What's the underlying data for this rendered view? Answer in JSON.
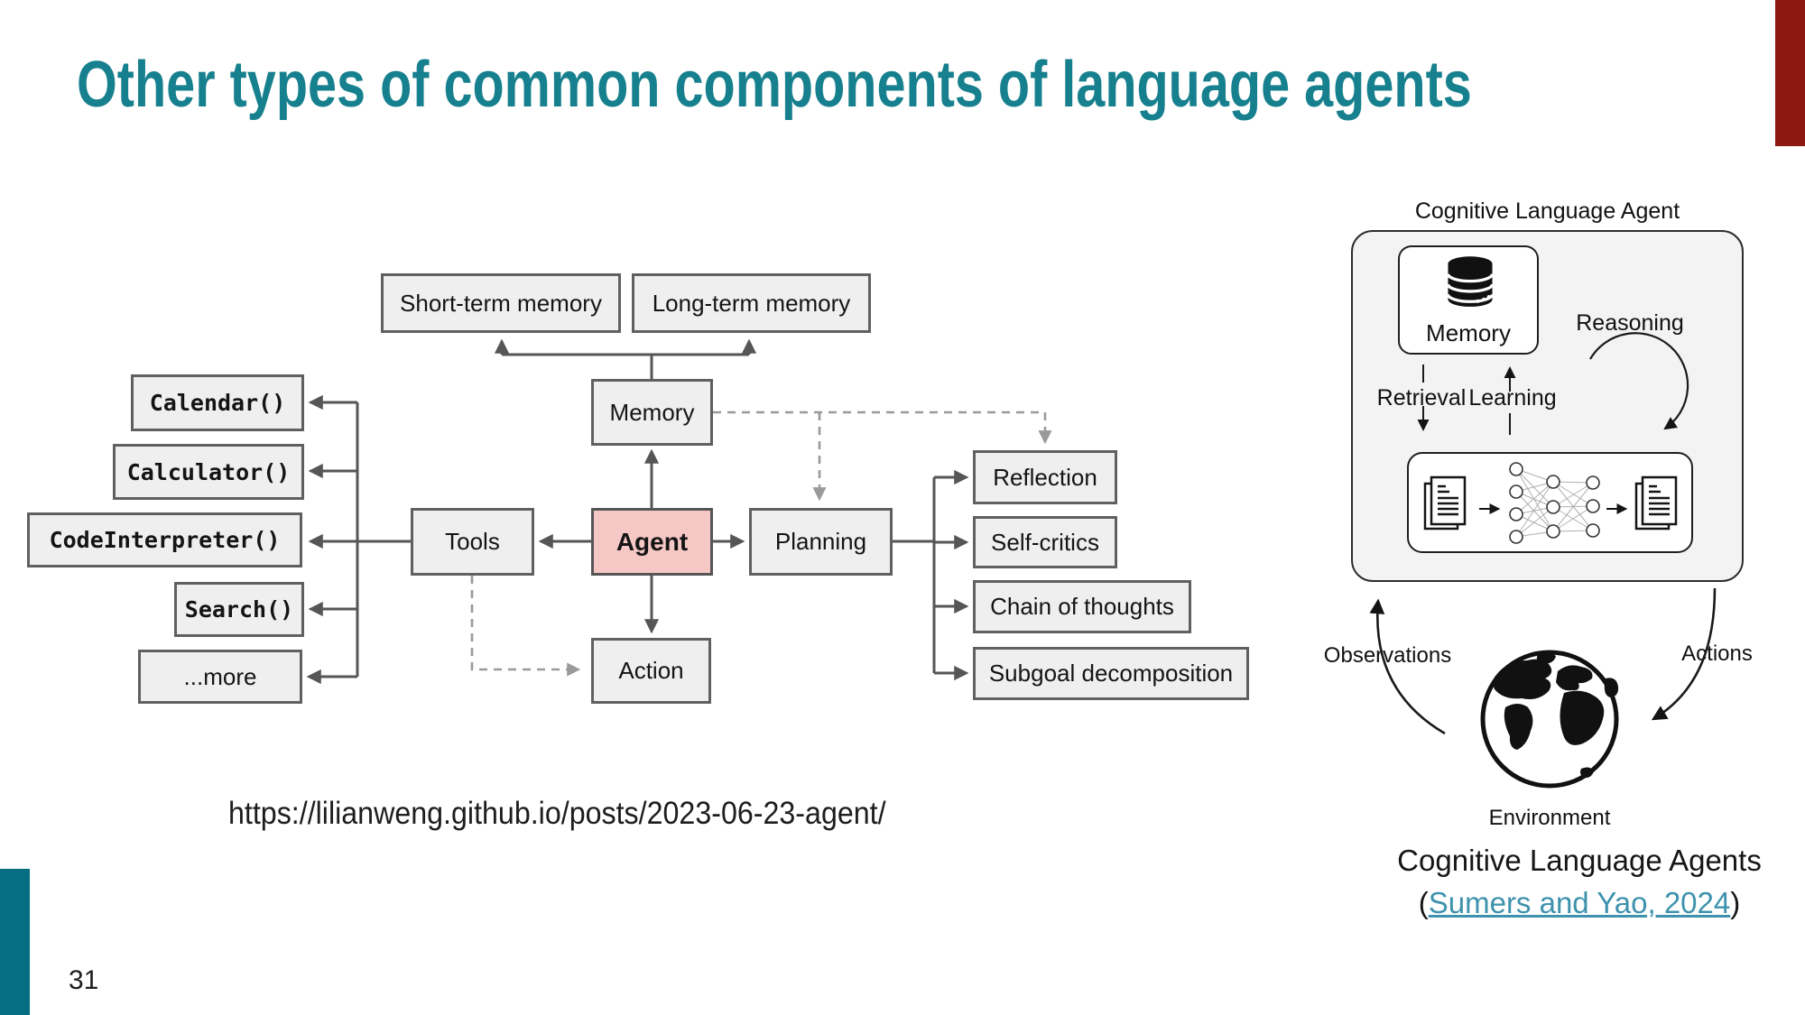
{
  "slide": {
    "title": "Other types of common components of language agents",
    "page_number": "31",
    "source_url": "https://lilianweng.github.io/posts/2023-06-23-agent/",
    "colors": {
      "title_teal": "#17808e",
      "sidebar_teal": "#056e80",
      "corner_red": "#8d1813",
      "link_teal": "#3e92ad",
      "agent_pink": "#f5c8c5",
      "box_gray": "#efefef"
    }
  },
  "agent_diagram": {
    "boxes": {
      "short_term": "Short-term memory",
      "long_term": "Long-term memory",
      "memory": "Memory",
      "tools": "Tools",
      "agent": "Agent",
      "planning": "Planning",
      "action": "Action",
      "calendar": "Calendar()",
      "calculator": "Calculator()",
      "code_interpreter": "CodeInterpreter()",
      "search": "Search()",
      "more": "...more",
      "reflection": "Reflection",
      "self_critics": "Self-critics",
      "chain_of_thoughts": "Chain of thoughts",
      "subgoal": "Subgoal decomposition"
    }
  },
  "cognitive_diagram": {
    "title": "Cognitive Language Agent",
    "labels": {
      "memory": "Memory",
      "reasoning": "Reasoning",
      "retrieval": "Retrieval",
      "learning": "Learning",
      "observations": "Observations",
      "actions": "Actions",
      "environment": "Environment"
    },
    "caption": {
      "line1": "Cognitive Language Agents",
      "open_paren": "(",
      "link_text": "Sumers and Yao, 2024",
      "close_paren": ")"
    }
  }
}
